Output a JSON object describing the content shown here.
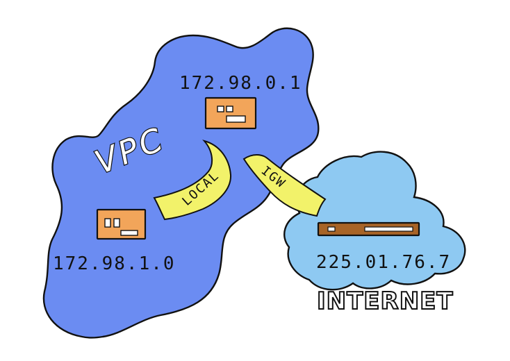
{
  "diagram": {
    "vpc_label": "VPC",
    "internet_label": "INTERNET",
    "router_ip": "172.98.0.1",
    "host_ip": "172.98.1.0",
    "internet_ip": "225.01.76.7",
    "local_link_label": "LOCAL",
    "igw_link_label": "IGW"
  },
  "colors": {
    "vpc_fill": "#6b8cf2",
    "internet_fill": "#8ec9f2",
    "device_fill": "#f2a55a",
    "ribbon_fill": "#f2f26a",
    "outline": "#111111"
  }
}
